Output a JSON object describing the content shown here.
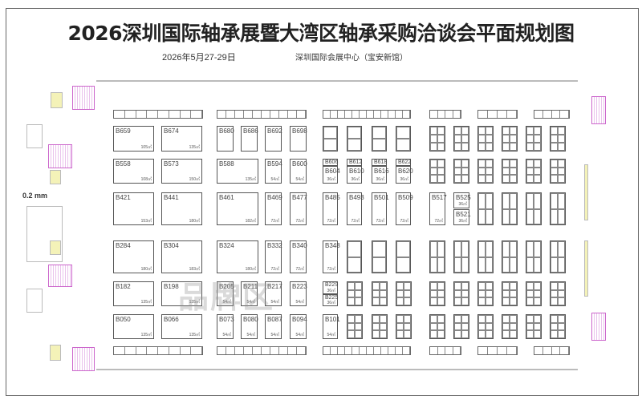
{
  "header": {
    "title": "2026深圳国际轴承展暨大湾区轴承采购洽谈会平面规划图",
    "date": "2026年5月27-29日",
    "venue": "深圳国际会展中心（宝安新馆）"
  },
  "scale_label": "0.2 mm",
  "watermark": "品牌区",
  "booths": [
    {
      "id": "B659",
      "area": "105㎡"
    },
    {
      "id": "B674",
      "area": "135㎡"
    },
    {
      "id": "B680",
      "area": ""
    },
    {
      "id": "B686",
      "area": ""
    },
    {
      "id": "B692",
      "area": ""
    },
    {
      "id": "B698",
      "area": ""
    },
    {
      "id": "B558",
      "area": "108㎡"
    },
    {
      "id": "B573",
      "area": "150㎡"
    },
    {
      "id": "B588",
      "area": "135㎡"
    },
    {
      "id": "B594",
      "area": "54㎡"
    },
    {
      "id": "B600",
      "area": "54㎡"
    },
    {
      "id": "B421",
      "area": "153㎡"
    },
    {
      "id": "B441",
      "area": "180㎡"
    },
    {
      "id": "B461",
      "area": "182㎡"
    },
    {
      "id": "B469",
      "area": "72㎡"
    },
    {
      "id": "B477",
      "area": "72㎡"
    },
    {
      "id": "B284",
      "area": "180㎡"
    },
    {
      "id": "B304",
      "area": "183㎡"
    },
    {
      "id": "B324",
      "area": "180㎡"
    },
    {
      "id": "B332",
      "area": "72㎡"
    },
    {
      "id": "B340",
      "area": "72㎡"
    },
    {
      "id": "B182",
      "area": "135㎡"
    },
    {
      "id": "B198",
      "area": "135㎡"
    },
    {
      "id": "B205",
      "area": "54㎡"
    },
    {
      "id": "B211",
      "area": "54㎡"
    },
    {
      "id": "B217",
      "area": "54㎡"
    },
    {
      "id": "B223",
      "area": "54㎡"
    },
    {
      "id": "B050",
      "area": "135㎡"
    },
    {
      "id": "B066",
      "area": "135㎡"
    },
    {
      "id": "B073",
      "area": "54㎡"
    },
    {
      "id": "B080",
      "area": "54㎡"
    },
    {
      "id": "B087",
      "area": "54㎡"
    },
    {
      "id": "B094",
      "area": "54㎡"
    },
    {
      "id": "B606",
      "area": ""
    },
    {
      "id": "B612",
      "area": ""
    },
    {
      "id": "B618",
      "area": ""
    },
    {
      "id": "B622",
      "area": ""
    },
    {
      "id": "B604",
      "area": "36㎡"
    },
    {
      "id": "B610",
      "area": "36㎡"
    },
    {
      "id": "B616",
      "area": "36㎡"
    },
    {
      "id": "B620",
      "area": "36㎡"
    },
    {
      "id": "B485",
      "area": "72㎡"
    },
    {
      "id": "B493",
      "area": "72㎡"
    },
    {
      "id": "B501",
      "area": "72㎡"
    },
    {
      "id": "B509",
      "area": "72㎡"
    },
    {
      "id": "B517",
      "area": "72㎡"
    },
    {
      "id": "B525",
      "area": "36㎡"
    },
    {
      "id": "B521",
      "area": "36㎡"
    },
    {
      "id": "B348",
      "area": "72㎡"
    },
    {
      "id": "B229",
      "area": "36㎡"
    },
    {
      "id": "B225",
      "area": "36㎡"
    },
    {
      "id": "B101",
      "area": "54㎡"
    }
  ]
}
